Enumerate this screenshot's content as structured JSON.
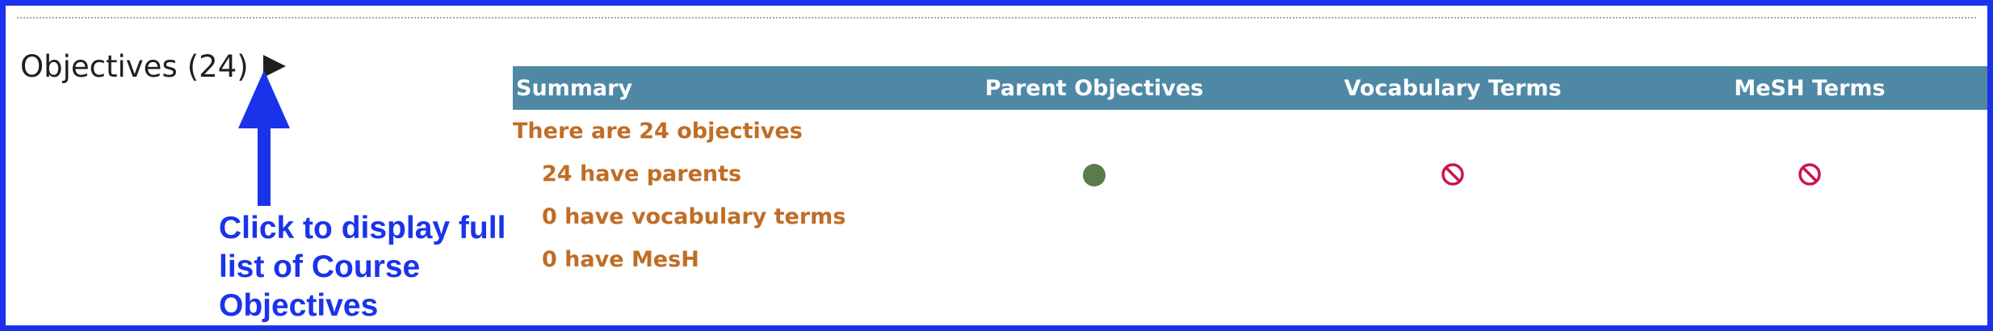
{
  "header": {
    "title": "Objectives",
    "count": "(24)",
    "toggle_icon": "triangle-right-icon"
  },
  "annotation": {
    "text": "Click to display full list of Course Objectives",
    "color": "#1a33ea",
    "arrow_icon": "arrow-up-icon"
  },
  "table": {
    "headers": [
      "Summary",
      "Parent Objectives",
      "Vocabulary Terms",
      "MeSH Terms"
    ],
    "header_bg": "#4e88a5",
    "rows": [
      {
        "label": "There are 24 objectives"
      },
      {
        "label": "24 have parents",
        "parent_status": "dot-icon",
        "vocab_status": "ban-icon",
        "mesh_status": "ban-icon"
      },
      {
        "label": "0 have vocabulary terms"
      },
      {
        "label": "0 have MesH"
      }
    ],
    "label_color": "#c06d25",
    "dot_color": "#5d7a4a",
    "ban_color": "#c8174a"
  }
}
